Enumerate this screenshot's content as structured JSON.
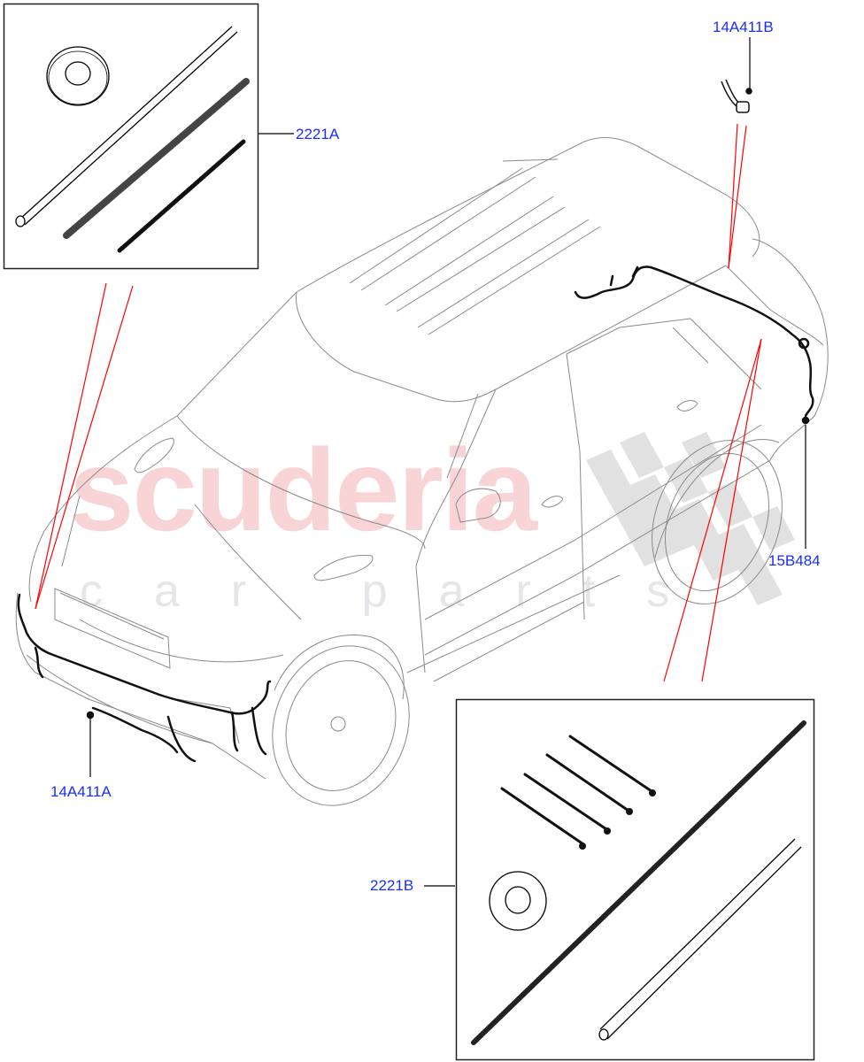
{
  "diagram": {
    "subject": "Vehicle wiring harness parts diagram (SUV, isometric view)",
    "watermark": {
      "main_text": "scuderia",
      "sub_text": "car parts",
      "main_color": "#f9d4d6",
      "sub_color": "#e6e6ea",
      "checker_color": "#dcdcdc"
    },
    "colors": {
      "label": "#1a2eff",
      "leader_line": "#000000",
      "reference_line": "#ff0000",
      "outline": "#8a8a8a",
      "harness": "#111111"
    },
    "callouts": [
      {
        "id": "14A411B",
        "label": "14A411B",
        "target": "rear roof connector / camera"
      },
      {
        "id": "2221A",
        "label": "2221A",
        "target": "kit box A (grommet, tube, conduits)"
      },
      {
        "id": "15B484",
        "label": "15B484",
        "target": "rear bumper harness"
      },
      {
        "id": "14A411A",
        "label": "14A411A",
        "target": "front bumper harness"
      },
      {
        "id": "2221B",
        "label": "2221B",
        "target": "kit box B (cable ties, grommet, conduit, tube)"
      }
    ],
    "kits": {
      "A": {
        "items": [
          "grommet",
          "plain tube",
          "corrugated conduit (large)",
          "corrugated conduit (small)"
        ]
      },
      "B": {
        "items": [
          "cable tie",
          "cable tie",
          "cable tie",
          "cable tie",
          "grommet",
          "corrugated conduit",
          "plain tube"
        ]
      }
    }
  }
}
